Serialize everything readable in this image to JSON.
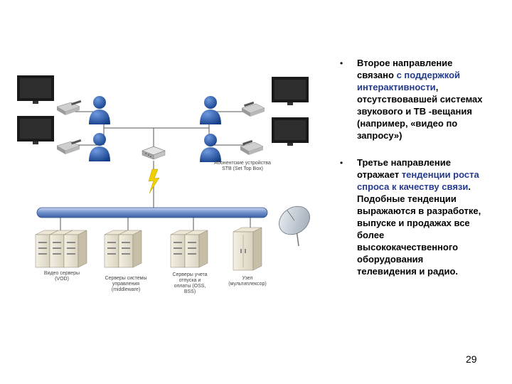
{
  "captions": {
    "stb": "Абонентские устройства\nSTB (Set Top Box)",
    "video_servers": "Видео серверы\n(VOD)",
    "mgmt_servers": "Серверы системы\nуправления\n(middleware)",
    "billing_servers": "Серверы учета\nотпуска и\nоплаты (OSS,\nBSS)",
    "headend": "Узел\n(мультиплексор)"
  },
  "bullet_glyph": "•",
  "bullets": [
    {
      "p1": "Второе направление связано ",
      "hl": "с поддержкой интерактивности",
      "p2": ", отсутствовавшей системах звукового и ТВ -вещания (например, «видео по запросу»)"
    },
    {
      "p1": "Третье направление отражает ",
      "hl": "тенденции роста спроса к качеству связи",
      "p2": ". Подобные тенденции выражаются в разработке, выпуске и продажах все более высококачественного оборудования телевидения и радио."
    }
  ],
  "page_number": "29",
  "colors": {
    "highlight": "#243a8c",
    "bus": "#6f8fc9",
    "user": "#1e4fa0"
  }
}
